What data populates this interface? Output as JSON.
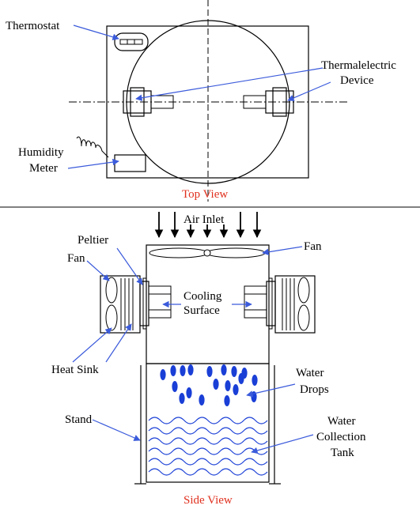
{
  "top_view": {
    "thermostat": "Thermostat",
    "te_line1": "Thermalelectric",
    "te_line2": "Device",
    "humidity_line1": "Humidity",
    "humidity_line2": "Meter",
    "caption": "Top View"
  },
  "side_view": {
    "air_inlet": "Air Inlet",
    "peltier": "Peltier",
    "fan_left": "Fan",
    "fan_right": "Fan",
    "cooling_line1": "Cooling",
    "cooling_line2": "Surface",
    "heat_sink": "Heat Sink",
    "water_drops_line1": "Water",
    "water_drops_line2": "Drops",
    "stand": "Stand",
    "tank_line1": "Water",
    "tank_line2": "Collection",
    "tank_line3": "Tank",
    "caption": "Side View"
  },
  "colors": {
    "arrow": "#3b5bdb",
    "caption": "#e0301e",
    "line": "#000000",
    "drop": "#1a3fd6"
  }
}
